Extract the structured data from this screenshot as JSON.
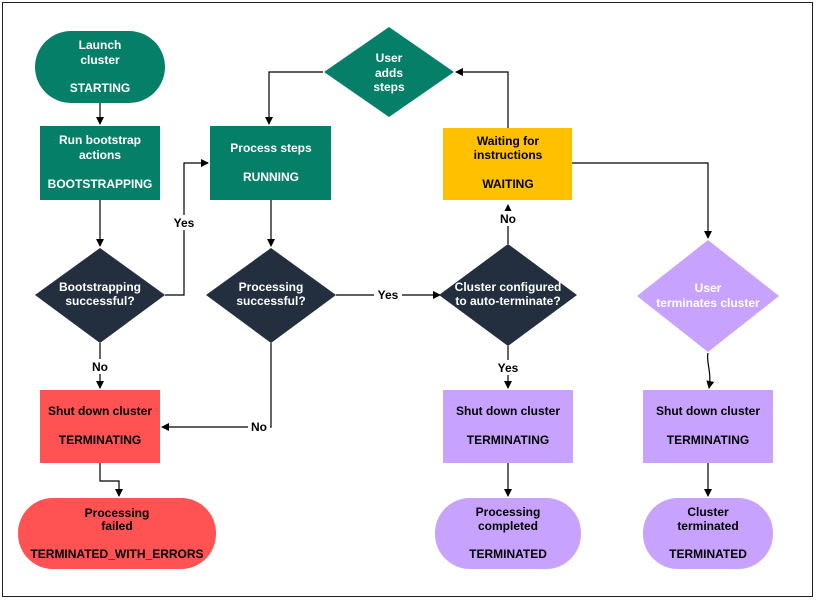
{
  "colors": {
    "teal": "#067f68",
    "dark": "#232f3e",
    "yellow": "#ffc000",
    "red": "#ff5252",
    "purple": "#c7a3ff",
    "white": "#ffffff",
    "black": "#000000"
  },
  "nodes": {
    "launch": {
      "line1": "Launch",
      "line2": "cluster",
      "state": "STARTING"
    },
    "bootstrap": {
      "line1": "Run bootstrap",
      "line2": "actions",
      "state": "BOOTSTRAPPING"
    },
    "bootstrap_ok": {
      "line1": "Bootstrapping",
      "line2": "successful?"
    },
    "shutdown_fail": {
      "line1": "Shut down cluster",
      "state": "TERMINATING"
    },
    "failed": {
      "line1": "Processing",
      "line2": "failed",
      "state": "TERMINATED_WITH_ERRORS"
    },
    "process": {
      "line1": "Process steps",
      "state": "RUNNING"
    },
    "process_ok": {
      "line1": "Processing",
      "line2": "successful?"
    },
    "user_adds": {
      "line1": "User",
      "line2": "adds",
      "line3": "steps"
    },
    "waiting": {
      "line1": "Waiting for",
      "line2": "instructions",
      "state": "WAITING"
    },
    "auto_term": {
      "line1": "Cluster configured",
      "line2": "to auto-terminate?"
    },
    "shutdown_done": {
      "line1": "Shut down cluster",
      "state": "TERMINATING"
    },
    "completed": {
      "line1": "Processing",
      "line2": "completed",
      "state": "TERMINATED"
    },
    "user_term": {
      "line1": "User",
      "line2": "terminates cluster"
    },
    "shutdown_user": {
      "line1": "Shut down cluster",
      "state": "TERMINATING"
    },
    "terminated": {
      "line1": "Cluster",
      "line2": "terminated",
      "state": "TERMINATED"
    }
  },
  "edges": {
    "yes_bootstrap": "Yes",
    "no_bootstrap": "No",
    "yes_process": "Yes",
    "no_process": "No",
    "no_auto": "No",
    "yes_auto": "Yes"
  }
}
